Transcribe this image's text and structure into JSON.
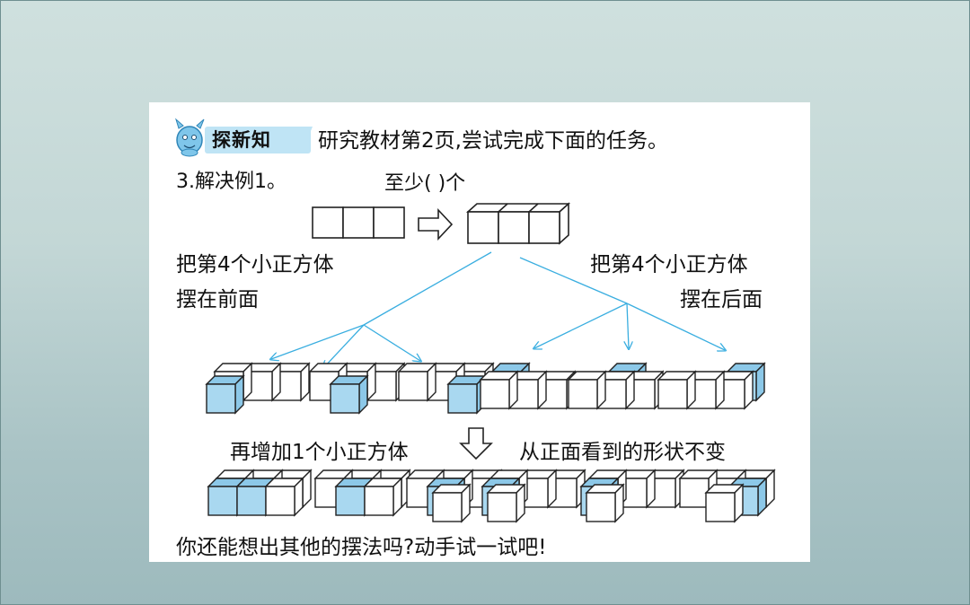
{
  "header": {
    "badge_label": "探新知",
    "instruction": "研究教材第2页,尝试完成下面的任务。"
  },
  "problem": {
    "label": "3.解决例1。",
    "question": "至少(    )个"
  },
  "branches": {
    "left_line1": "把第4个小正方体",
    "left_line2": "摆在前面",
    "right_line1": "把第4个小正方体",
    "right_line2": "摆在后面"
  },
  "step2": {
    "left_text": "再增加1个小正方体",
    "right_text": "从正面看到的形状不变"
  },
  "footer": {
    "prompt": "你还能想出其他的摆法吗?动手试一试吧!"
  },
  "colors": {
    "arrow": "#3aaee0",
    "cube_blue": "#a9d8f0",
    "cube_blue_dark": "#8cc8e8",
    "header_badge": "#bfe4f5"
  },
  "icons": {
    "mascot": "dragon-mascot-icon",
    "flow_arrow": "hollow-right-arrow-icon",
    "down_arrow": "hollow-down-arrow-icon"
  }
}
